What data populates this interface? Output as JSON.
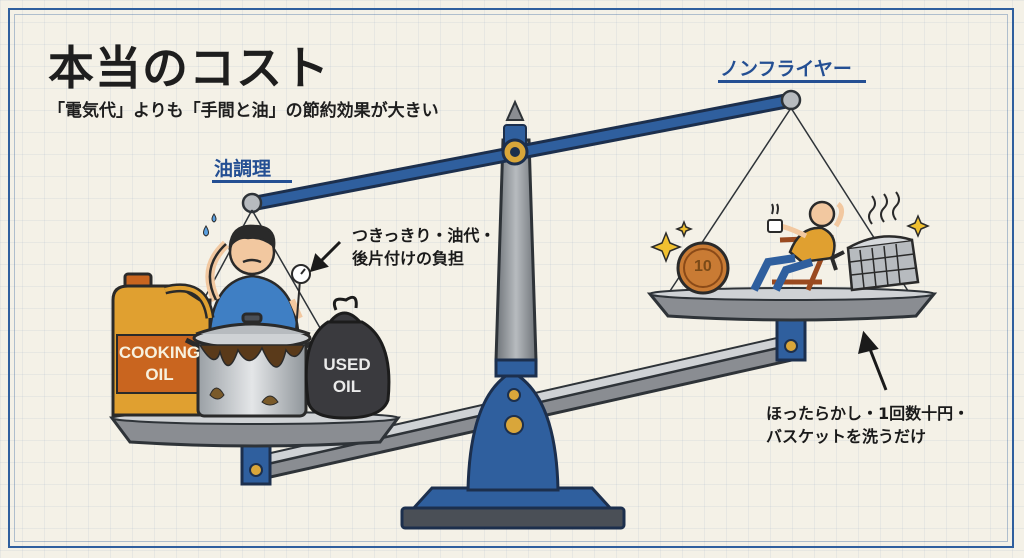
{
  "title": "本当のコスト",
  "subtitle": "「電気代」よりも「手間と油」の節約効果が大きい",
  "left_pan": {
    "label": "油調理",
    "note_line1": "つきっきり・油代・",
    "note_line2": "後片付けの負担",
    "jug_text_line1": "COOKING",
    "jug_text_line2": "OIL",
    "bag_text_line1": "USED",
    "bag_text_line2": "OIL"
  },
  "right_pan": {
    "label": "ノンフライヤー",
    "note_line1": "ほったらかし・1回数十円・",
    "note_line2": "バスケットを洗うだけ",
    "coin_text": "10"
  },
  "colors": {
    "accent_blue": "#244f93",
    "scale_blue": "#2f5f9e",
    "gray_metal": "#8a8d92",
    "gold": "#d9a63a",
    "oil_orange": "#c9651f"
  },
  "icons": [
    "scale-icon",
    "person-stressed-icon",
    "oil-jug-icon",
    "dirty-pot-icon",
    "used-oil-bag-icon",
    "person-relaxing-icon",
    "coin-icon",
    "air-fryer-basket-icon",
    "arrow-icon",
    "sparkle-icon",
    "steam-icon"
  ]
}
